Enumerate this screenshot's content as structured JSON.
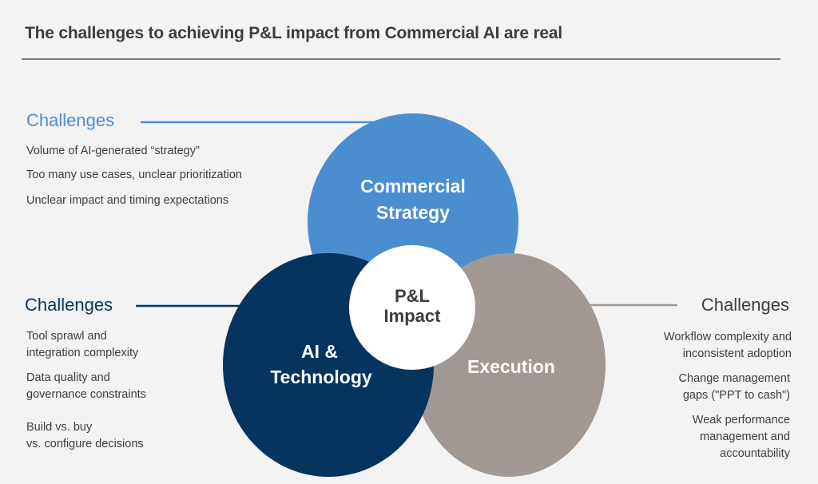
{
  "title": "The challenges to achieving P&L impact from Commercial AI are real",
  "colors": {
    "strategy": "#4a8ed0",
    "technology": "#06345f",
    "execution": "#a29893",
    "center": "#ffffff"
  },
  "circles": {
    "strategy": [
      "Commercial",
      "Strategy"
    ],
    "technology": [
      "AI &",
      "Technology"
    ],
    "execution": [
      "Execution"
    ],
    "center": [
      "P&L",
      "Impact"
    ]
  },
  "strategy_challenges": {
    "heading": "Challenges",
    "items": [
      "Volume of AI-generated “strategy”",
      "Too many use cases, unclear prioritization",
      "Unclear impact and timing expectations"
    ]
  },
  "technology_challenges": {
    "heading": "Challenges",
    "items": [
      "Tool sprawl and\nintegration complexity",
      "Data quality and\ngovernance constraints",
      "Build vs. buy\nvs. configure decisions"
    ]
  },
  "execution_challenges": {
    "heading": "Challenges",
    "items": [
      "Workflow complexity and\ninconsistent adoption",
      "Change management\ngaps (\"PPT to cash\")",
      "Weak performance\nmanagement and\naccountability"
    ]
  }
}
